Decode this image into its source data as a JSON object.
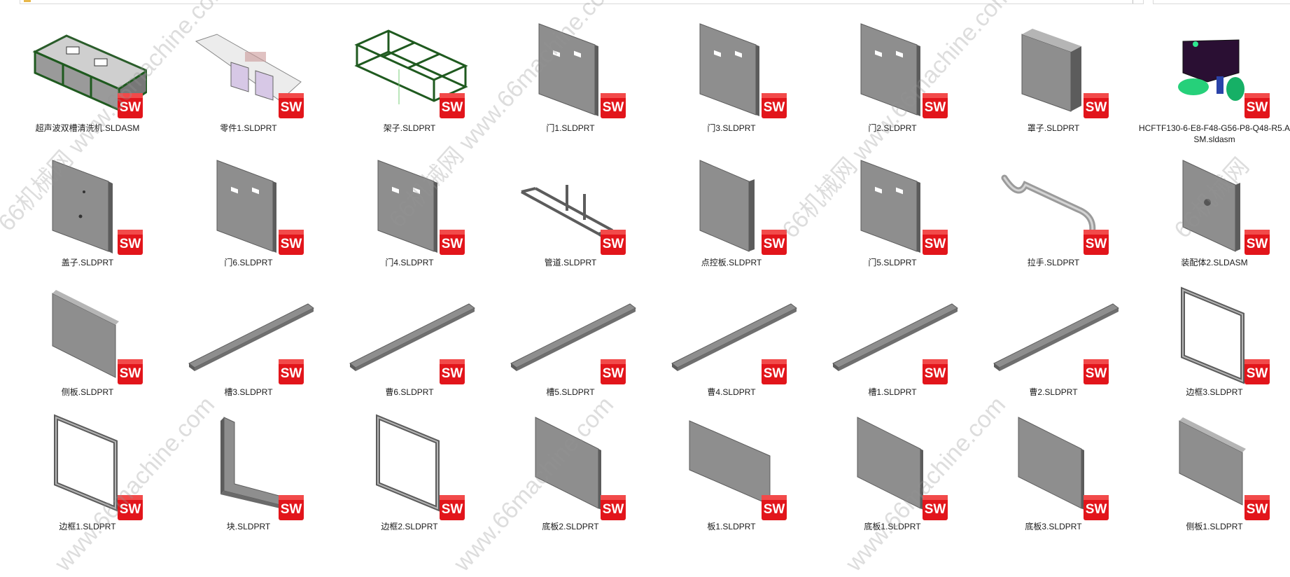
{
  "files": [
    {
      "name": "超声波双槽清洗机.SLDASM",
      "icon": "ultrasonic-cleaner-assembly-thumbnail"
    },
    {
      "name": "零件1.SLDPRT",
      "icon": "part1-thumbnail"
    },
    {
      "name": "架子.SLDPRT",
      "icon": "frame-rack-thumbnail"
    },
    {
      "name": "门1.SLDPRT",
      "icon": "door-panel-thumbnail"
    },
    {
      "name": "门3.SLDPRT",
      "icon": "door-panel-thumbnail"
    },
    {
      "name": "门2.SLDPRT",
      "icon": "door-panel-thumbnail"
    },
    {
      "name": "罩子.SLDPRT",
      "icon": "cover-box-thumbnail"
    },
    {
      "name": "HCFTF130-6-E8-F48-G56-P8-Q48-R5.ASM.sldasm",
      "icon": "caster-wheel-thumbnail"
    },
    {
      "name": "盖子.SLDPRT",
      "icon": "lid-panel-thumbnail"
    },
    {
      "name": "门6.SLDPRT",
      "icon": "door-panel-thumbnail"
    },
    {
      "name": "门4.SLDPRT",
      "icon": "door-panel-thumbnail"
    },
    {
      "name": "管道.SLDPRT",
      "icon": "pipe-thumbnail"
    },
    {
      "name": "点控板.SLDPRT",
      "icon": "control-panel-thumbnail"
    },
    {
      "name": "门5.SLDPRT",
      "icon": "door-panel-thumbnail"
    },
    {
      "name": "拉手.SLDPRT",
      "icon": "handle-thumbnail"
    },
    {
      "name": "装配体2.SLDASM",
      "icon": "assembly-panel-thumbnail"
    },
    {
      "name": "侧板.SLDPRT",
      "icon": "side-panel-thumbnail"
    },
    {
      "name": "槽3.SLDPRT",
      "icon": "channel-bar-thumbnail"
    },
    {
      "name": "曹6.SLDPRT",
      "icon": "channel-bar-thumbnail"
    },
    {
      "name": "槽5.SLDPRT",
      "icon": "channel-bar-thumbnail"
    },
    {
      "name": "曹4.SLDPRT",
      "icon": "channel-bar-thumbnail"
    },
    {
      "name": "槽1.SLDPRT",
      "icon": "channel-bar-thumbnail"
    },
    {
      "name": "曹2.SLDPRT",
      "icon": "channel-bar-thumbnail"
    },
    {
      "name": "边框3.SLDPRT",
      "icon": "border-frame-thumbnail"
    },
    {
      "name": "边框1.SLDPRT",
      "icon": "border-frame-thumbnail"
    },
    {
      "name": "块.SLDPRT",
      "icon": "bracket-block-thumbnail"
    },
    {
      "name": "边框2.SLDPRT",
      "icon": "border-frame-thumbnail"
    },
    {
      "name": "底板2.SLDPRT",
      "icon": "base-plate-thumbnail"
    },
    {
      "name": "板1.SLDPRT",
      "icon": "plate-thumbnail"
    },
    {
      "name": "底板1.SLDPRT",
      "icon": "base-plate-thumbnail"
    },
    {
      "name": "底板3.SLDPRT",
      "icon": "base-plate-thumbnail"
    },
    {
      "name": "侧板1.SLDPRT",
      "icon": "side-panel-thumbnail"
    }
  ],
  "badge_icon": "solidworks-icon",
  "watermark": {
    "text_cn": "66机械网",
    "text_en": "www.66machine.com"
  },
  "colors": {
    "accent_red": "#e2151b",
    "frame_green": "#1f5a1f",
    "metal": "#8c8c8c"
  }
}
